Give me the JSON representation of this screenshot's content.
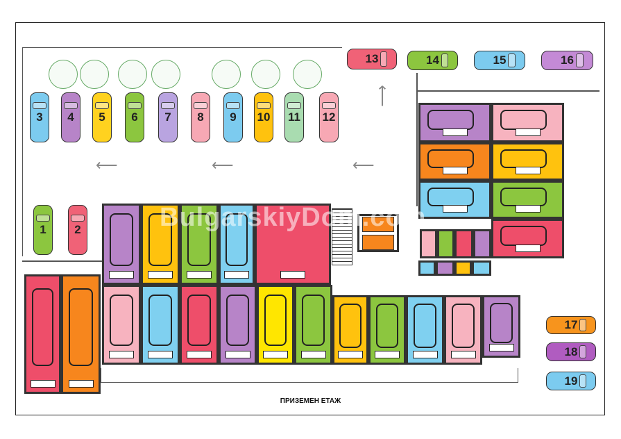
{
  "title": "ПРИЗЕМЕН ЕТАЖ",
  "watermark": "BulgarskiyDom.com",
  "outdoor_parking": [
    {
      "number": "1",
      "color": "#8cc63f"
    },
    {
      "number": "2",
      "color": "#f06277"
    },
    {
      "number": "3",
      "color": "#7ccbef"
    },
    {
      "number": "4",
      "color": "#b784c8"
    },
    {
      "number": "5",
      "color": "#ffd21f"
    },
    {
      "number": "6",
      "color": "#8cc63f"
    },
    {
      "number": "7",
      "color": "#b9a4e0"
    },
    {
      "number": "8",
      "color": "#f7a8b4"
    },
    {
      "number": "9",
      "color": "#7ccbef"
    },
    {
      "number": "10",
      "color": "#ffc20e"
    },
    {
      "number": "11",
      "color": "#a9dcb0"
    },
    {
      "number": "12",
      "color": "#f7a8b4"
    },
    {
      "number": "13",
      "color": "#f06277"
    },
    {
      "number": "14",
      "color": "#8cc63f"
    },
    {
      "number": "15",
      "color": "#7ccbef"
    },
    {
      "number": "16",
      "color": "#c48ad6"
    },
    {
      "number": "17",
      "color": "#f7941d"
    },
    {
      "number": "18",
      "color": "#b05cc0"
    },
    {
      "number": "19",
      "color": "#7ccbef"
    }
  ],
  "colors": {
    "purple": "#b784c8",
    "yellow": "#ffc20e",
    "green": "#8cc63f",
    "blue": "#7fd0f0",
    "red": "#ee4e6a",
    "pink": "#f7b3bf",
    "orange": "#f7861d",
    "lemon": "#ffe600"
  }
}
